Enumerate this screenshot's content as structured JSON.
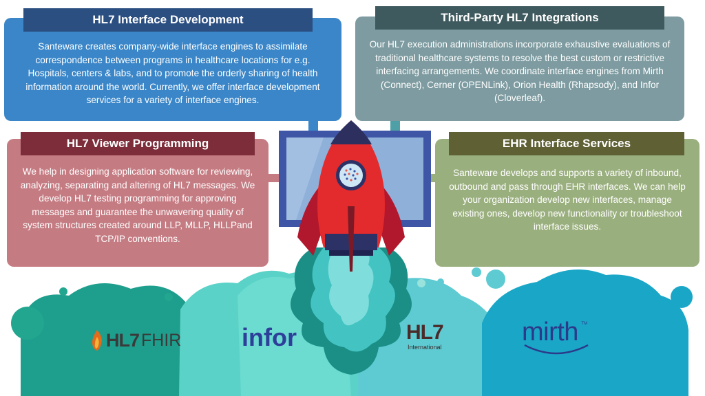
{
  "colors": {
    "blue_box": "#3a86c8",
    "blue_header": "#2c4f82",
    "slate_box": "#7d9ba0",
    "slate_header": "#3f5a5e",
    "rose_box": "#c57b82",
    "rose_header": "#7c2d39",
    "olive_box": "#9aaf7e",
    "olive_header": "#5f6034",
    "rocket_red": "#e32a2c",
    "cloud_teal": "#4fc5c9"
  },
  "boxes": {
    "hl7_dev": {
      "title": "HL7 Interface Development",
      "body": "Santeware creates company-wide interface engines to assimilate correspondence between programs in healthcare locations for e.g. Hospitals, centers & labs, and to promote the orderly sharing of health information around the world. Currently, we offer interface development services for a variety of interface engines."
    },
    "third_party": {
      "title": "Third-Party HL7 Integrations",
      "body": "Our HL7 execution administrations incorporate exhaustive evaluations of traditional healthcare systems to resolve the best custom or restrictive interfacing arrangements. We coordinate interface engines from Mirth (Connect), Cerner (OPENLink), Orion Health (Rhapsody), and Infor (Cloverleaf)."
    },
    "viewer": {
      "title": "HL7 Viewer Programming",
      "body": "We help in designing application software for reviewing, analyzing, separating and altering of HL7 messages. We develop HL7 testing programming for approving messages and guarantee the unwavering quality of system structures created around LLP, MLLP, HLLPand TCP/IP conventions."
    },
    "ehr": {
      "title": "EHR Interface Services",
      "body": "Santeware develops and supports a variety of inbound, outbound and pass through EHR interfaces. We can help your organization develop new interfaces, manage existing ones, develop new functionality or troubleshoot interface issues."
    }
  },
  "logos": {
    "fhir_hl7": "HL7",
    "fhir_text": "FHIR",
    "infor": "infor",
    "hl7_main": "HL7",
    "hl7_sub": "International",
    "mirth": "mirth",
    "mirth_tm": "TM"
  },
  "icons": [
    "rocket-icon",
    "monitor-icon",
    "cloud-icon",
    "flame-icon"
  ]
}
